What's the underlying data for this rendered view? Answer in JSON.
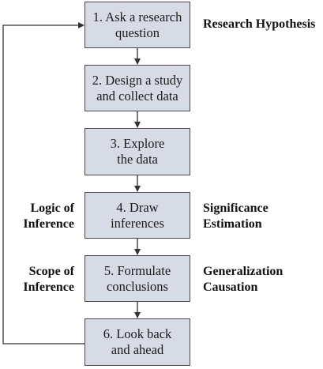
{
  "steps": [
    {
      "line1": "1. Ask a research",
      "line2": "question"
    },
    {
      "line1": "2. Design a study",
      "line2": "and collect data"
    },
    {
      "line1": "3. Explore",
      "line2": "the data"
    },
    {
      "line1": "4. Draw",
      "line2": "inferences"
    },
    {
      "line1": "5. Formulate",
      "line2": "conclusions"
    },
    {
      "line1": "6. Look back",
      "line2": "and ahead"
    }
  ],
  "right_labels": {
    "step1": "Research Hypothesis",
    "step4_line1": "Significance",
    "step4_line2": "Estimation",
    "step5_line1": "Generalization",
    "step5_line2": "Causation"
  },
  "left_labels": {
    "step4_line1": "Logic of",
    "step4_line2": "Inference",
    "step5_line1": "Scope of",
    "step5_line2": "Inference"
  },
  "colors": {
    "box_fill": "#d6dbe6",
    "box_border": "#4a4a4a",
    "arrow": "#333333"
  }
}
